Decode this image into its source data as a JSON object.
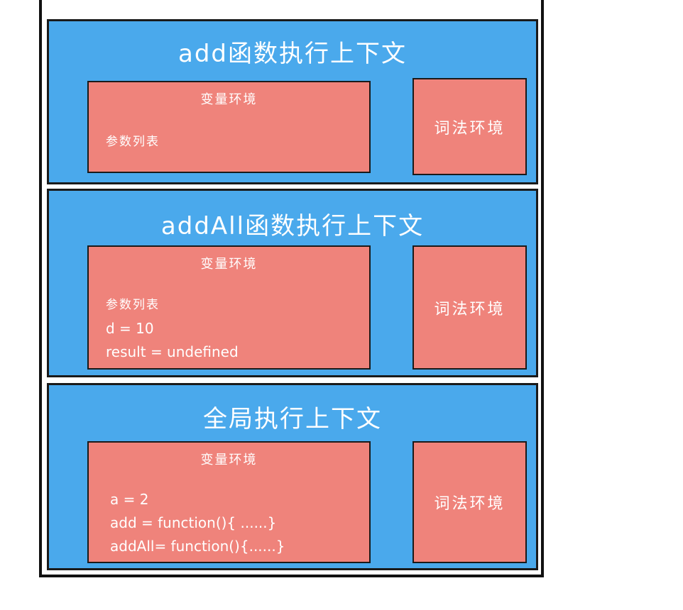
{
  "contexts": [
    {
      "title": "add函数执行上下文",
      "variable_env": {
        "title": "变量环境",
        "lines": [
          "参数列表"
        ]
      },
      "lexical_env": {
        "title": "词法环境"
      }
    },
    {
      "title": "addAll函数执行上下文",
      "variable_env": {
        "title": "变量环境",
        "lines": [
          "参数列表",
          "d = 10",
          "result = undefined"
        ]
      },
      "lexical_env": {
        "title": "词法环境"
      }
    },
    {
      "title": "全局执行上下文",
      "variable_env": {
        "title": "变量环境",
        "lines": [
          "a = 2",
          "add = function(){ ......}",
          "addAll= function(){......}"
        ]
      },
      "lexical_env": {
        "title": "词法环境"
      }
    }
  ],
  "colors": {
    "context_background": "#4aa9ec",
    "environment_background": "#ef837b",
    "border": "#1a1a1a",
    "text": "#ffffff"
  }
}
